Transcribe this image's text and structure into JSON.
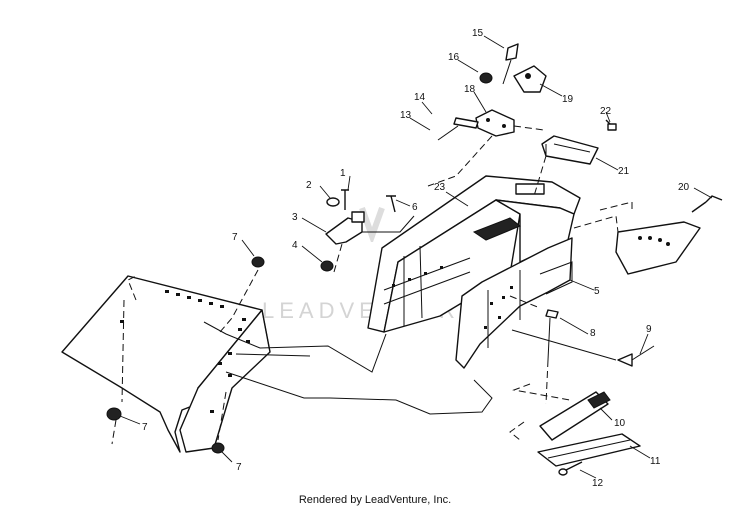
{
  "watermark": "LEADVENTURE",
  "credit": "Rendered by LeadVenture, Inc.",
  "callouts": {
    "c1": "1",
    "c2": "2",
    "c3": "3",
    "c4": "4",
    "c5": "5",
    "c6": "6",
    "c7a": "7",
    "c7b": "7",
    "c7c": "7",
    "c8": "8",
    "c9": "9",
    "c10": "10",
    "c11": "11",
    "c12": "12",
    "c13": "13",
    "c14": "14",
    "c15": "15",
    "c16": "16",
    "c18": "18",
    "c19": "19",
    "c20": "20",
    "c21": "21",
    "c22": "22",
    "c23": "23"
  }
}
